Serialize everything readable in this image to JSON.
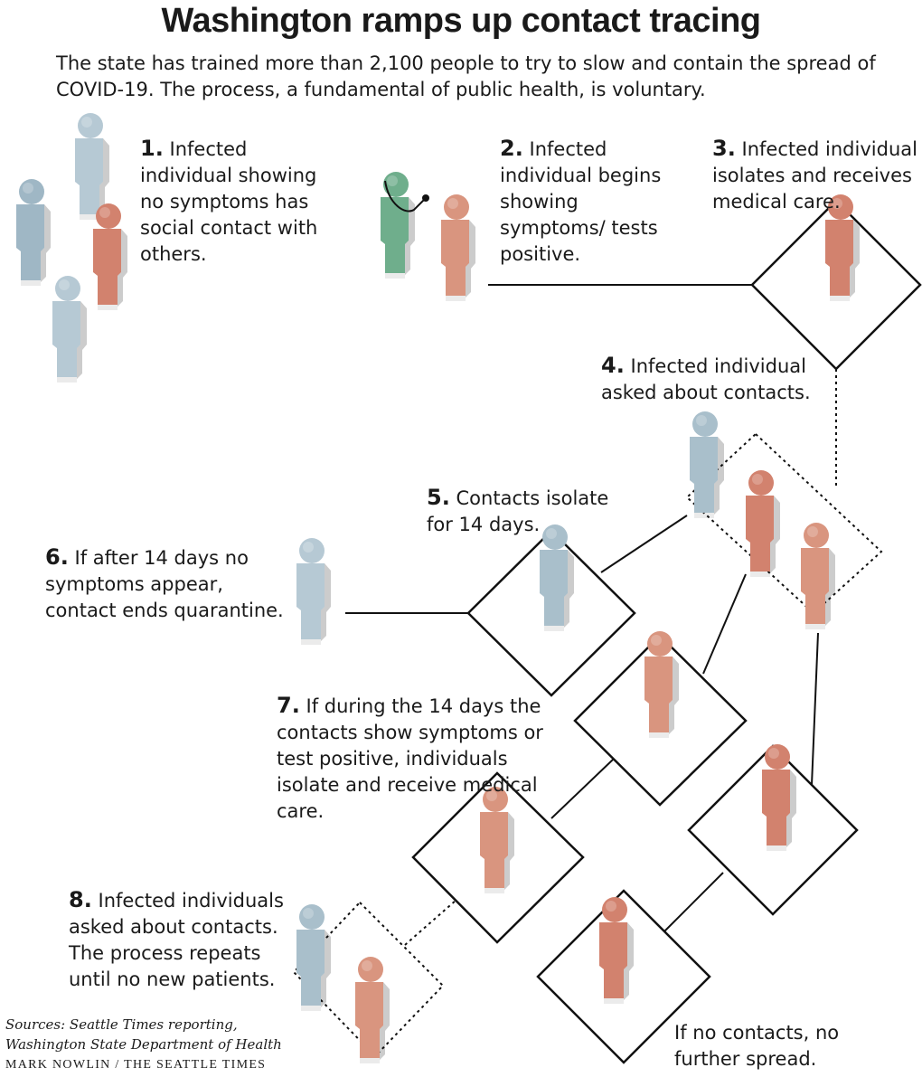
{
  "title": "Washington ramps up contact tracing",
  "subtitle": "The state has trained more than 2,100 people to try to slow and contain the spread of COVID-19. The process, a fundamental of public health, is voluntary.",
  "steps": [
    {
      "num": "1.",
      "text": "Infected individual showing no symptoms has social contact with others."
    },
    {
      "num": "2.",
      "text": "Infected individual begins showing symptoms/ tests positive."
    },
    {
      "num": "3.",
      "text": "Infected individual isolates and receives medical care."
    },
    {
      "num": "4.",
      "text": "Infected individual asked about contacts."
    },
    {
      "num": "5.",
      "text": "Contacts isolate for 14 days."
    },
    {
      "num": "6.",
      "text": "If after 14 days no symptoms appear, contact ends quarantine."
    },
    {
      "num": "7.",
      "text": "If during the 14 days the contacts show symptoms or test positive, individuals isolate and receive medical care."
    },
    {
      "num": "8.",
      "text": "Infected individuals asked about contacts. The process repeats until no new patients."
    }
  ],
  "end_note": "If no contacts, no further spread.",
  "source": "Sources: Seattle Times reporting, Washington State Department of Health",
  "credit": "MARK NOWLIN / THE SEATTLE TIMES",
  "colors": {
    "infected": "#d2826e",
    "healthy": "#a9bfcb",
    "medical": "#6fae8c"
  }
}
